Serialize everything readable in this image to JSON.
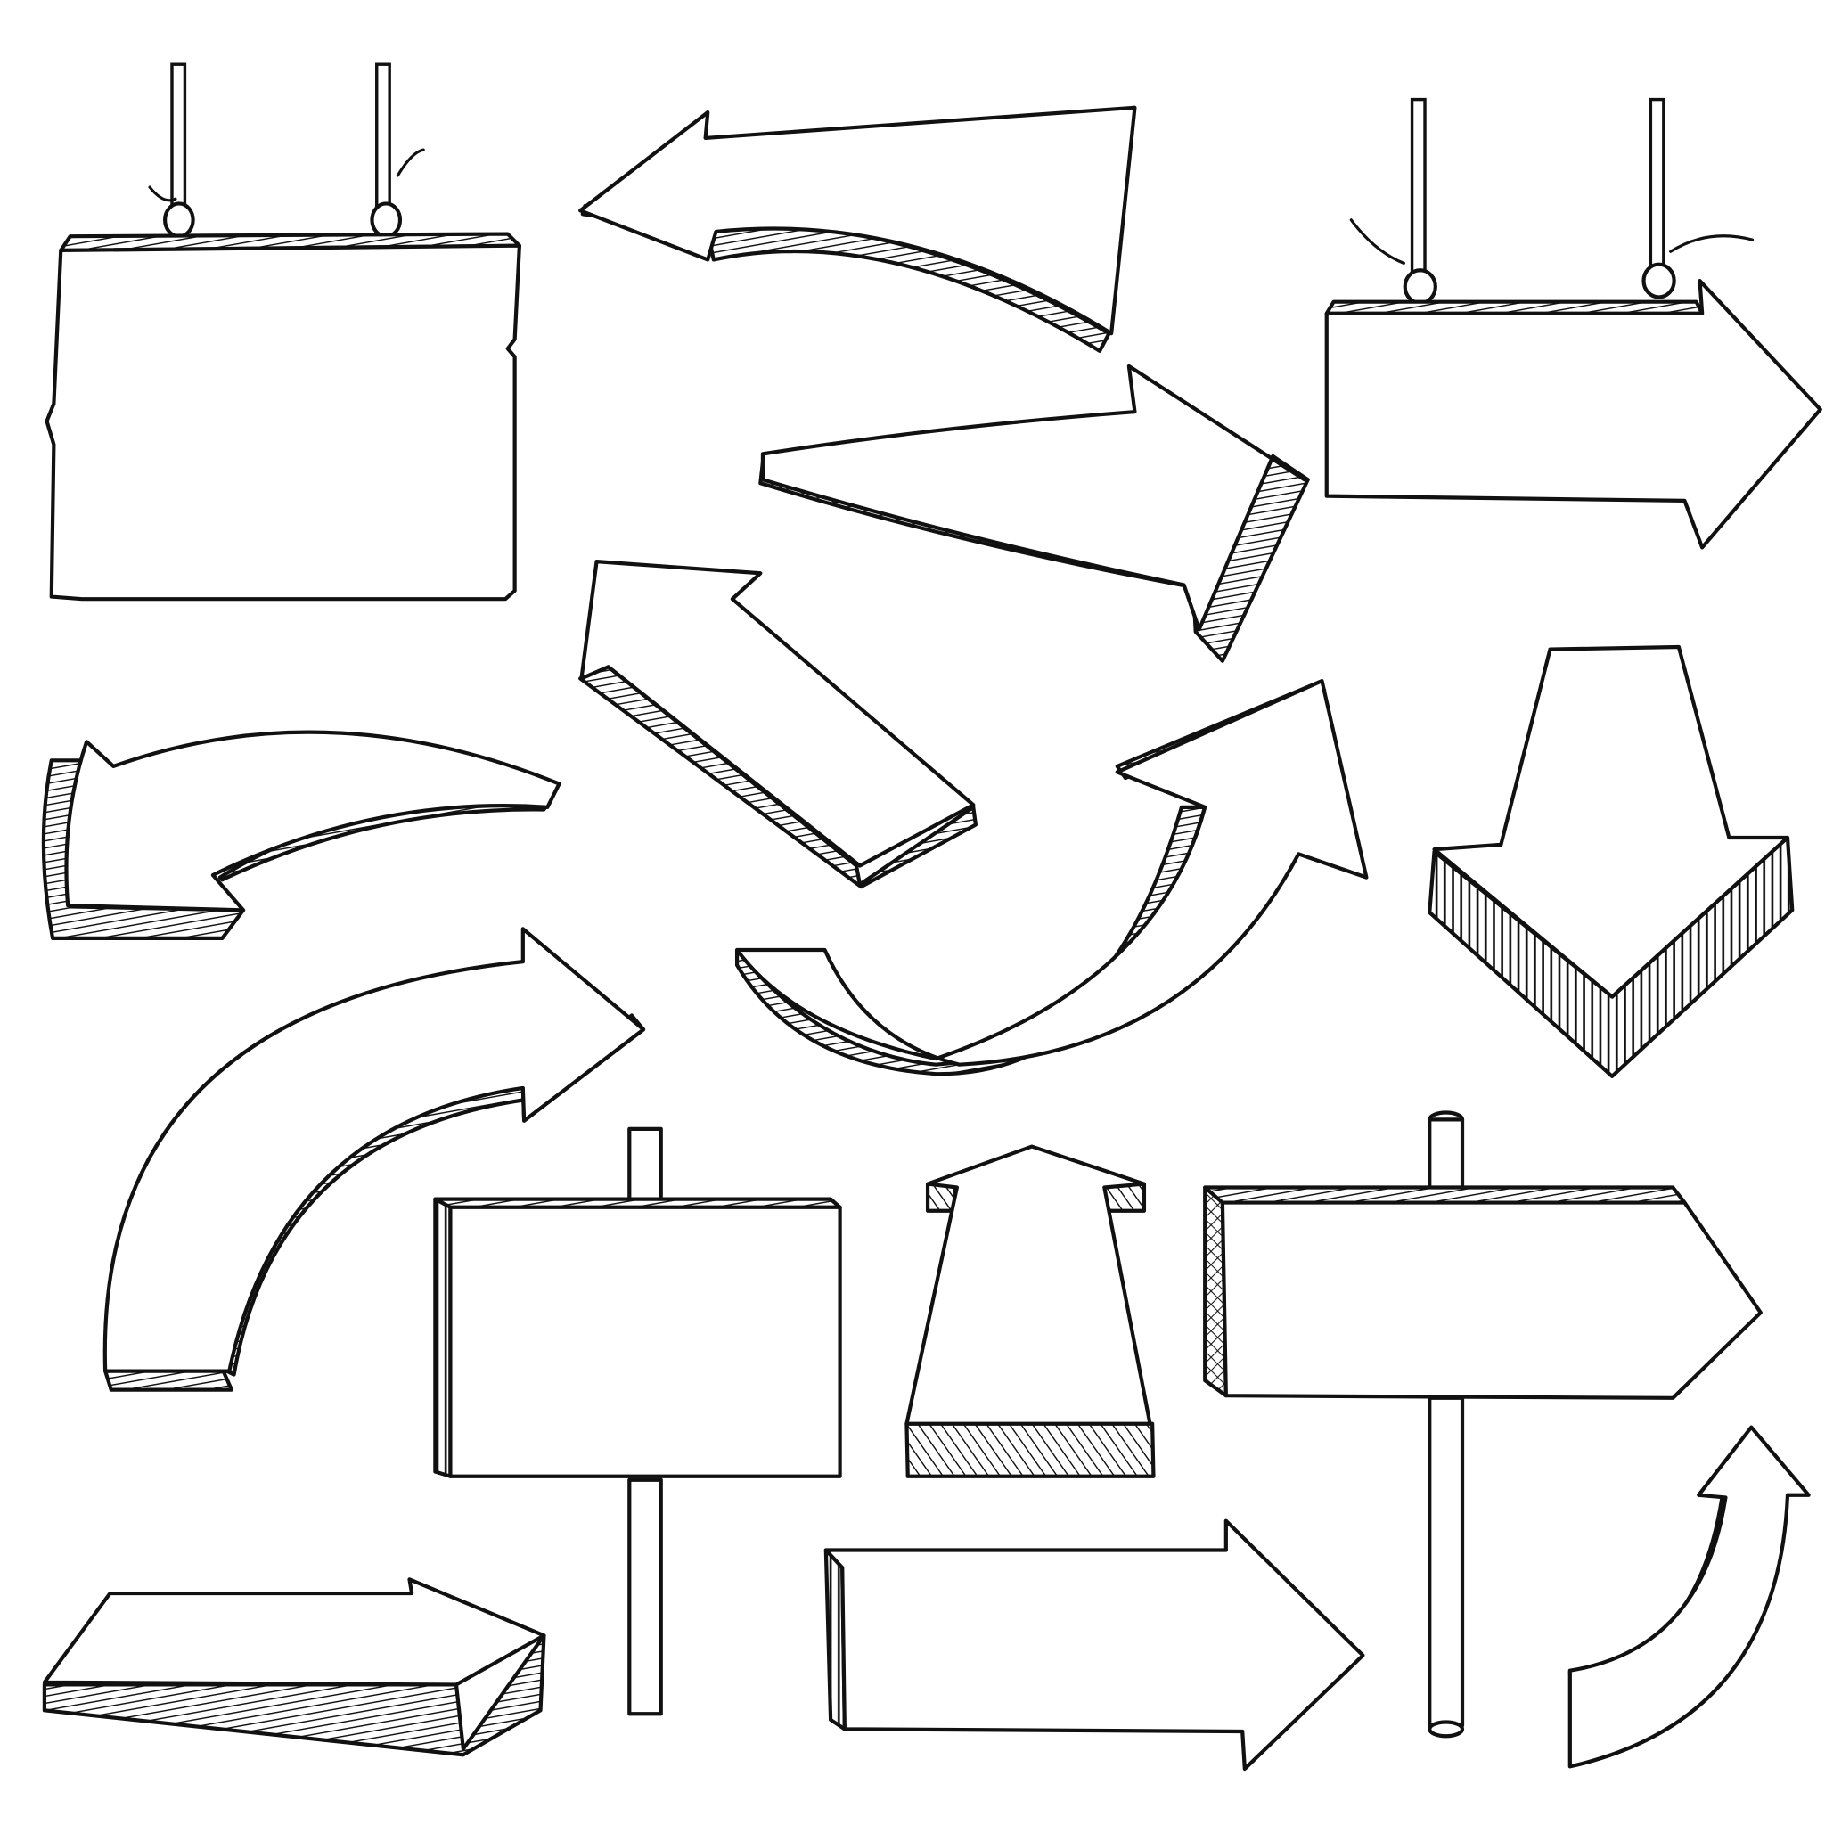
{
  "sheet": {
    "background": "#ffffff",
    "ink": "#111111",
    "hatch_style": "diagonal pencil hatching on side faces"
  },
  "items": [
    {
      "id": "hanging-sign-blank",
      "icon": "hanging-board-on-ropes-icon"
    },
    {
      "id": "curved-arrow-left-top",
      "icon": "curved-arrow-left-icon"
    },
    {
      "id": "hanging-arrow-sign-right",
      "icon": "hanging-arrow-sign-right-icon"
    },
    {
      "id": "curved-arrow-right-middle",
      "icon": "curved-arrow-right-icon"
    },
    {
      "id": "diagonal-arrow-up-left",
      "icon": "straight-arrow-up-left-icon"
    },
    {
      "id": "curved-arrow-left-down",
      "icon": "curved-arrow-left-icon"
    },
    {
      "id": "swoosh-arrow-up-right",
      "icon": "swoosh-arrow-up-right-icon"
    },
    {
      "id": "thick-arrow-down",
      "icon": "arrow-down-icon"
    },
    {
      "id": "big-curved-arrow-right",
      "icon": "curved-arrow-right-icon"
    },
    {
      "id": "post-sign-blank",
      "icon": "signboard-on-post-icon"
    },
    {
      "id": "thick-arrow-up",
      "icon": "arrow-up-icon"
    },
    {
      "id": "post-arrow-sign-right",
      "icon": "arrow-signpost-right-icon"
    },
    {
      "id": "flat-arrow-right-bottom-left",
      "icon": "flat-arrow-right-icon"
    },
    {
      "id": "flat-arrow-right-bottom",
      "icon": "flat-arrow-right-icon"
    },
    {
      "id": "small-curved-arrow-up",
      "icon": "curved-arrow-up-icon"
    }
  ]
}
